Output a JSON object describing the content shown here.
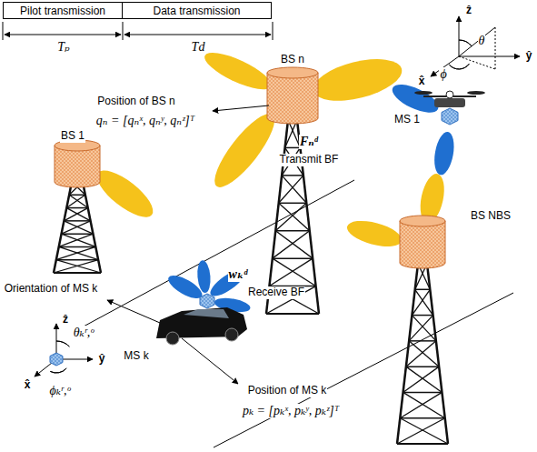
{
  "diagram": {
    "nodes": [
      {
        "text": [
          "Pilot transmission"
        ]
      },
      {
        "text": [
          "Data transmission"
        ]
      }
    ],
    "labels": [
      "Tₚ",
      "Td",
      "ẑ",
      "θ",
      "ŷ",
      "x̂",
      "ϕ",
      "BS 1",
      "BS n",
      "Position of BS n",
      "qₙ = [qₙˣ, qₙʸ, qₙᶻ]ᵀ",
      "Fₙᵈ",
      "Transmit BF",
      "MS 1",
      "BS NBS",
      "Orientation of MS k",
      "wₖᵈ",
      "Receive BF",
      "MS k",
      "ẑ",
      "θₖʳ,ᵒ",
      "ŷ",
      "x̂",
      "ϕₖʳ,ᵒ",
      "Position of MS k",
      "pₖ = [pₖˣ, pₖʸ, pₖᶻ]ᵀ"
    ]
  }
}
